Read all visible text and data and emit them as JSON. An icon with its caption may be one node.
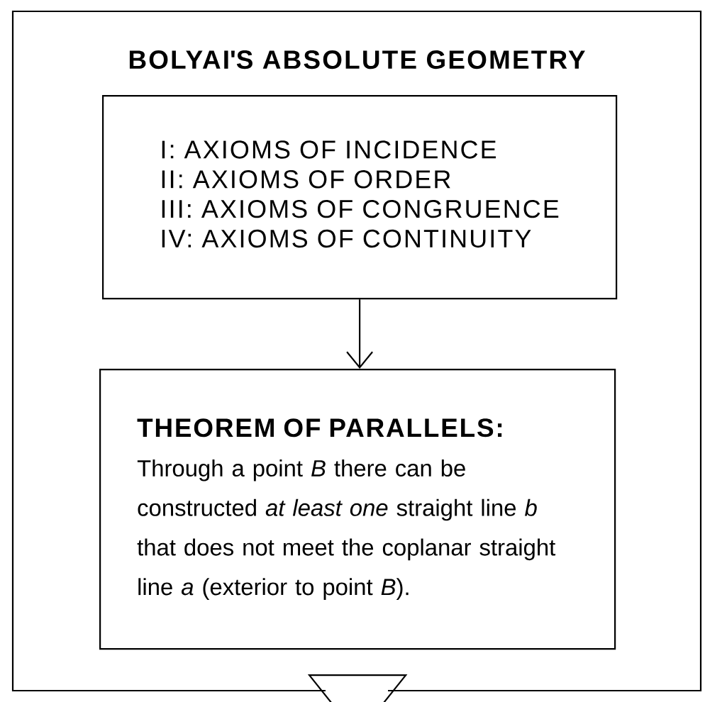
{
  "diagram": {
    "nodes": [
      {
        "text": [
          "BOLYAI'S ABSOLUTE GEOMETRY"
        ]
      },
      {
        "text": [
          "I: AXIOMS OF INCIDENCE",
          "II: AXIOMS OF ORDER",
          "III: AXIOMS OF CONGRUENCE",
          "IV: AXIOMS OF CONTINUITY"
        ],
        "in": 0
      },
      {
        "text": [
          "THEOREM OF PARALLELS:",
          "Through a point *B* there can be constructed *at least one* straight line *b* that does not meet the coplanar straight line *a* (exterior to point *B*)."
        ],
        "in": 0
      }
    ],
    "edges": [
      {
        "from": 1,
        "to": 2,
        "arrow": "to"
      },
      {
        "from": 0,
        "to": null,
        "arrow": "none"
      }
    ]
  }
}
